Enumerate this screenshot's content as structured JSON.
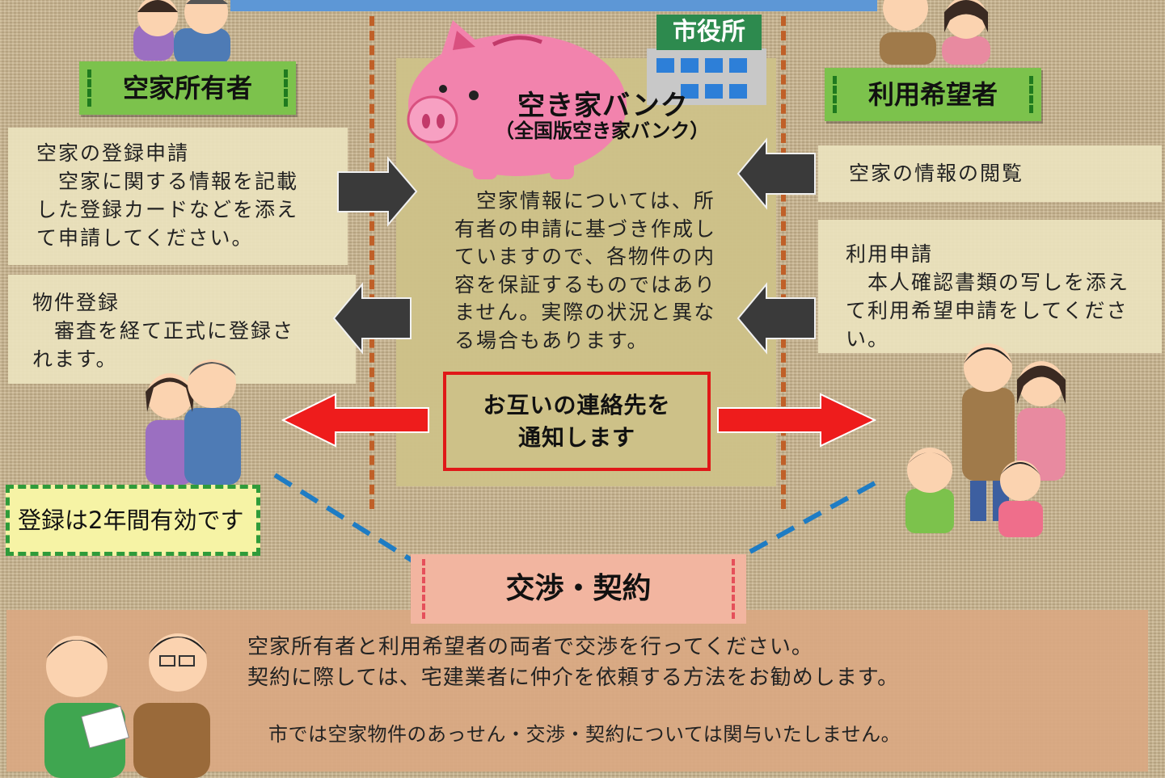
{
  "city_hall_sign": "市役所",
  "owner_label": "空家所有者",
  "user_label": "利用希望者",
  "bank": {
    "title": "空き家バンク",
    "subtitle": "（全国版空き家バンク）",
    "description": "　空家情報については、所\n有者の申請に基づき作成し\nていますので、各物件の内\n容を保証するものではあり\nません。実際の状況と異な\nる場合もあります。",
    "notice": "お互いの連絡先を\n通知します"
  },
  "owner_steps": {
    "registration_application": "空家の登録申請\n　空家に関する情報を記載\nした登録カードなどを添え\nて申請してください。",
    "property_registration": "物件登録\n　審査を経て正式に登録さ\nれます。"
  },
  "user_steps": {
    "browse": "空家の情報の閲覧",
    "use_application": "利用申請\n　本人確認書類の写しを添え\nて利用希望申請をしてくださ\nい。"
  },
  "validity_note": "登録は2年間有効です",
  "negotiation": {
    "label": "交渉・契約",
    "text": "空家所有者と利用希望者の両者で交渉を行ってください。\n契約に際しては、宅建業者に仲介を依頼する方法をお勧めします。",
    "disclaimer": "市では空家物件のあっせん・交渉・契約については関与いたしません。"
  },
  "colors": {
    "arrow_dark": "#3a3a3a",
    "arrow_red": "#ee1c1c",
    "dashed_blue": "#1e7cc4",
    "label_green": "#7cc24c",
    "pig_pink": "#f283ad"
  },
  "icons": [
    "piggy-bank-icon",
    "city-hall-building-icon",
    "owner-couple-illustration",
    "user-family-illustration",
    "handshake-people-illustration"
  ]
}
